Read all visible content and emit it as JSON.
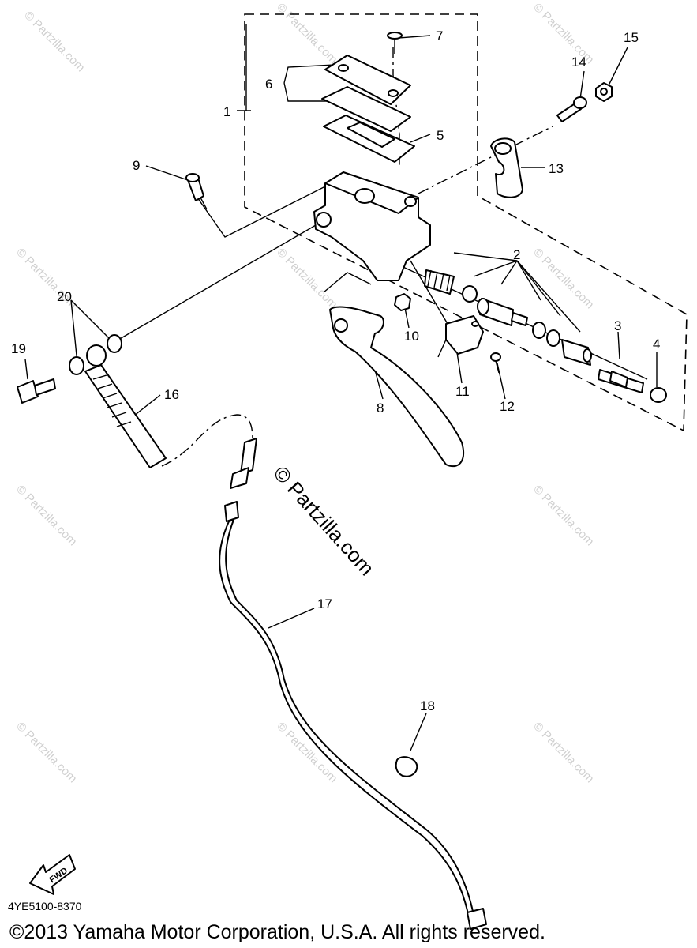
{
  "diagram": {
    "part_labels": [
      "1",
      "2",
      "3",
      "4",
      "5",
      "6",
      "7",
      "8",
      "9",
      "10",
      "11",
      "12",
      "13",
      "14",
      "15",
      "16",
      "17",
      "18",
      "19",
      "20"
    ],
    "watermark": "© Partzilla.com",
    "diagram_code": "4YE5100-8370",
    "fwd_label": "FWD",
    "copyright": "©2013  Yamaha Motor Corporation, U.S.A. All rights reserved."
  }
}
